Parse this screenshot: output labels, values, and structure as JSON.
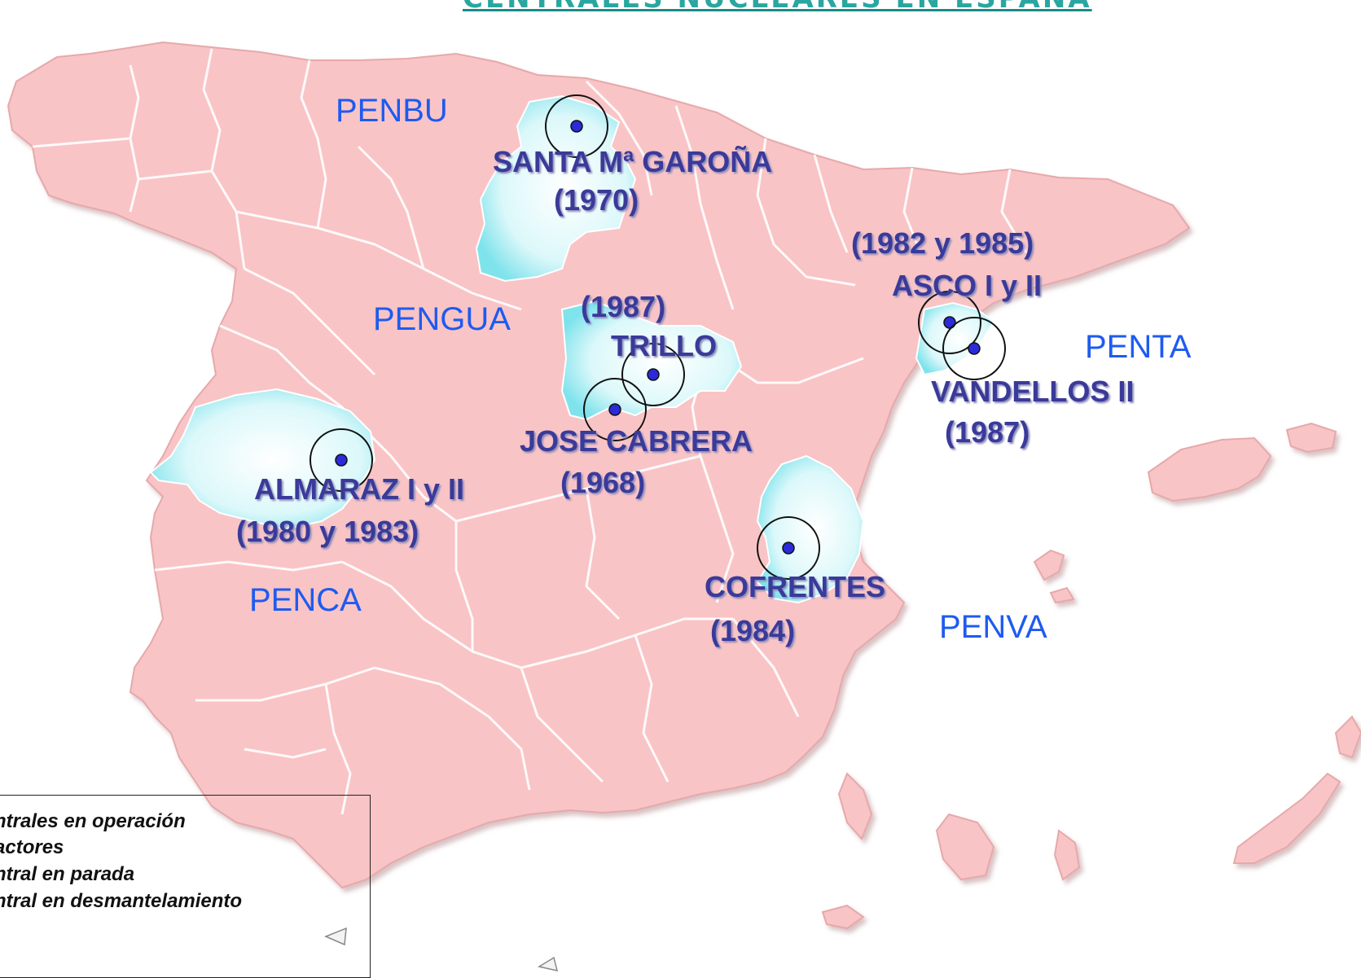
{
  "title": "CENTRALES NUCLEARES EN ESPAÑA",
  "regions": {
    "penbu": "PENBU",
    "pengua": "PENGUA",
    "penca": "PENCA",
    "penta": "PENTA",
    "penva": "PENVA"
  },
  "plants": {
    "garona": {
      "name": "SANTA Mª GAROÑA",
      "year": "(1970)"
    },
    "asco": {
      "name": "ASCO I y II",
      "year": "(1982 y 1985)"
    },
    "trillo": {
      "name": "TRILLO",
      "year": "(1987)"
    },
    "vandellos": {
      "name": "VANDELLOS II",
      "year": "(1987)"
    },
    "cabrera": {
      "name": "JOSE CABRERA",
      "year": "(1968)"
    },
    "almaraz": {
      "name": "ALMARAZ I y II",
      "year": "(1980 y 1983)"
    },
    "cofrentes": {
      "name": "COFRENTES",
      "year": "(1984)"
    }
  },
  "legend": [
    "ntrales en operación",
    "actores",
    "ntral en parada",
    "ntral en desmantelamiento"
  ],
  "colors": {
    "mainland": "#f9c4c6",
    "province_border": "#ffffff",
    "highlight": "#bff4f8",
    "marker": "#2b2bd8",
    "region_text": "#1e5bf0",
    "plant_text": "#3a3a9a"
  }
}
